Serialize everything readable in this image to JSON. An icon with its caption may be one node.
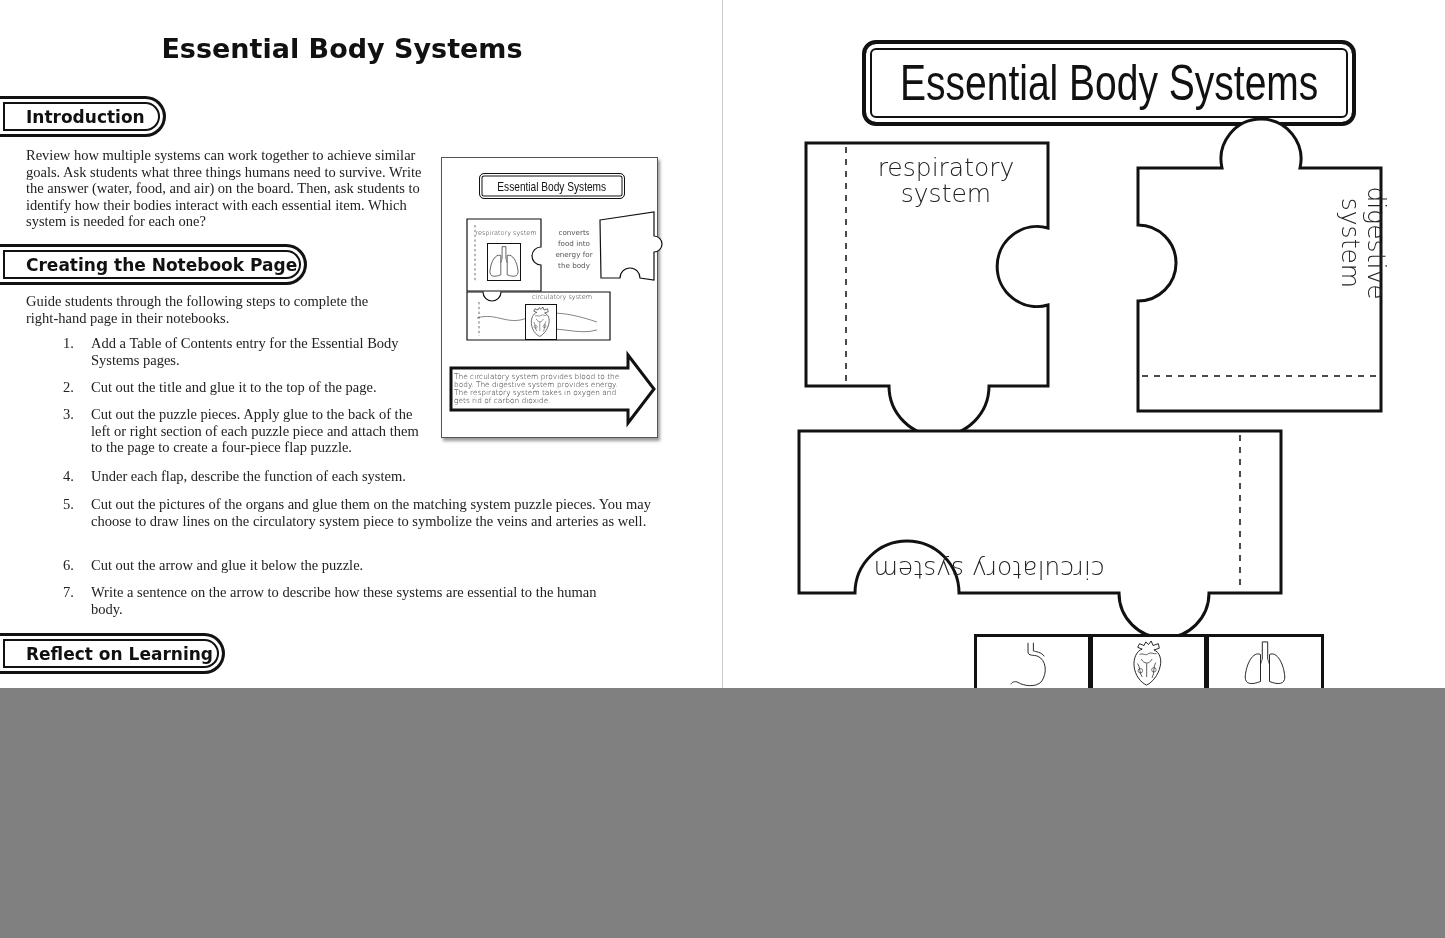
{
  "diagram": {
    "title": "Essential Body Systems",
    "nodes": [
      {
        "text": [
          "Introduction"
        ]
      },
      {
        "text": [
          "Creating the Notebook Page"
        ]
      },
      {
        "text": [
          "Reflect on Learning"
        ]
      },
      {
        "text": [],
        "shape": "box"
      },
      {
        "text": [
          "Essential Body Systems"
        ],
        "in": 3
      },
      {
        "text": [
          "respiratory system"
        ],
        "in": 3
      },
      {
        "text": [],
        "shape": "picture",
        "in": 5
      },
      {
        "text": [],
        "shape": "puzzle",
        "in": 3
      },
      {
        "text": [
          "circulatory system"
        ],
        "in": 3
      },
      {
        "text": [],
        "shape": "picture",
        "in": 8
      },
      {
        "text": [
          "The circulatory system provides blood to the body. The digestive system provides energy. The respiratory system takes in oxygen and gets rid of carbon dioxide."
        ],
        "in": 3
      },
      {
        "text": [
          "Essential Body Systems"
        ]
      },
      {
        "text": [
          "respiratory system"
        ]
      },
      {
        "text": [
          "digestive system"
        ]
      },
      {
        "text": [
          "circulatory system"
        ]
      },
      {
        "text": [],
        "shape": "picture"
      },
      {
        "text": [],
        "shape": "picture"
      },
      {
        "text": [],
        "shape": "picture"
      }
    ],
    "labels": [
      "Review how multiple systems can work together to achieve similar goals. Ask students what three things humans need to survive. Write the answer (water, food, and air) on the board. Then, ask students to identify how their bodies interact with each essential item. Which system is needed for each one?",
      "Guide students through the following steps to complete the right-hand page in their notebooks.",
      "1.",
      "Add a Table of Contents entry for the Essential Body Systems pages.",
      "2.",
      "Cut out the title and glue it to the top of the page.",
      "3.",
      "Cut out the puzzle pieces. Apply glue to the back of the left or right section of each puzzle piece and attach them to the page to create a four-piece flap puzzle.",
      "4.",
      "Under each flap, describe the function of each system.",
      "5.",
      "Cut out the pictures of the organs and glue them on the matching system puzzle pieces. You may choose to draw lines on the circulatory system piece to symbolize the veins and arteries as well.",
      "6.",
      "Cut out the arrow and glue it below the puzzle.",
      "7.",
      "Write a sentence on the arrow to describe how these systems are essential to the human body.",
      "converts food into energy for the body"
    ]
  }
}
